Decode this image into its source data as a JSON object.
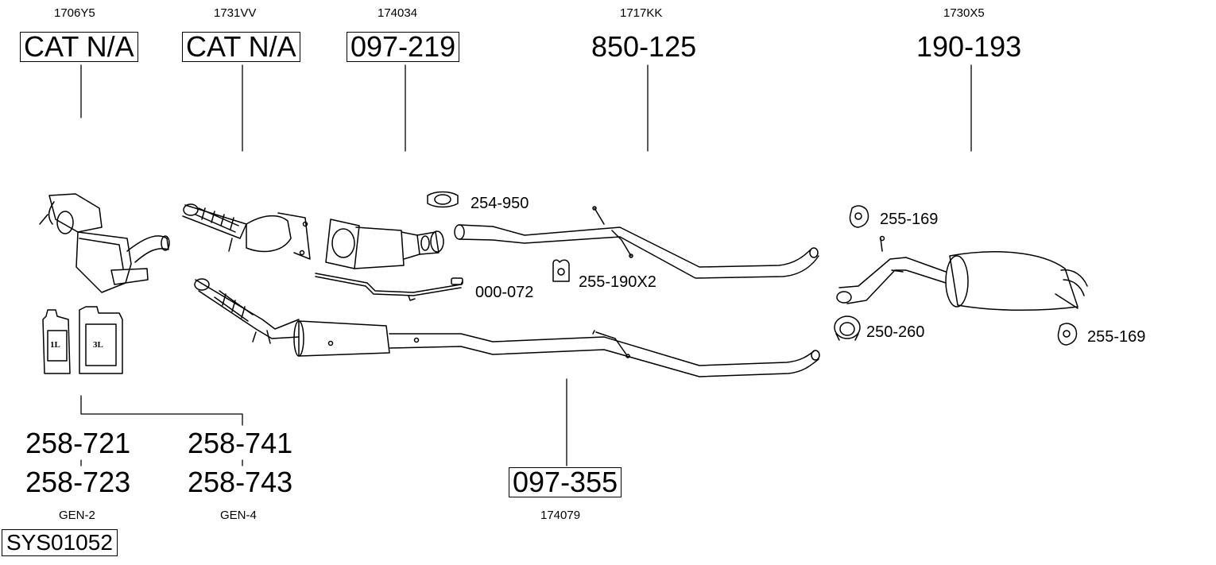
{
  "top_refs": [
    "1706Y5",
    "1731VV",
    "174034",
    "1717KK",
    "1730X5"
  ],
  "top_parts": [
    "CAT N/A",
    "CAT N/A",
    "097-219",
    "850-125",
    "190-193"
  ],
  "hardware": {
    "clamp_1": "254-950",
    "sensor": "000-072",
    "hanger_1": "255-190X2",
    "rubber_1": "255-169",
    "clamp_2": "250-260",
    "rubber_2": "255-169"
  },
  "fluids": {
    "can_small": "1L",
    "can_large": "3L",
    "part_a1": "258-721",
    "part_a2": "258-723",
    "part_b1": "258-741",
    "part_b2": "258-743",
    "gen_a": "GEN-2",
    "gen_b": "GEN-4"
  },
  "bottom_part": "097-355",
  "bottom_ref": "174079",
  "system_id": "SYS01052"
}
